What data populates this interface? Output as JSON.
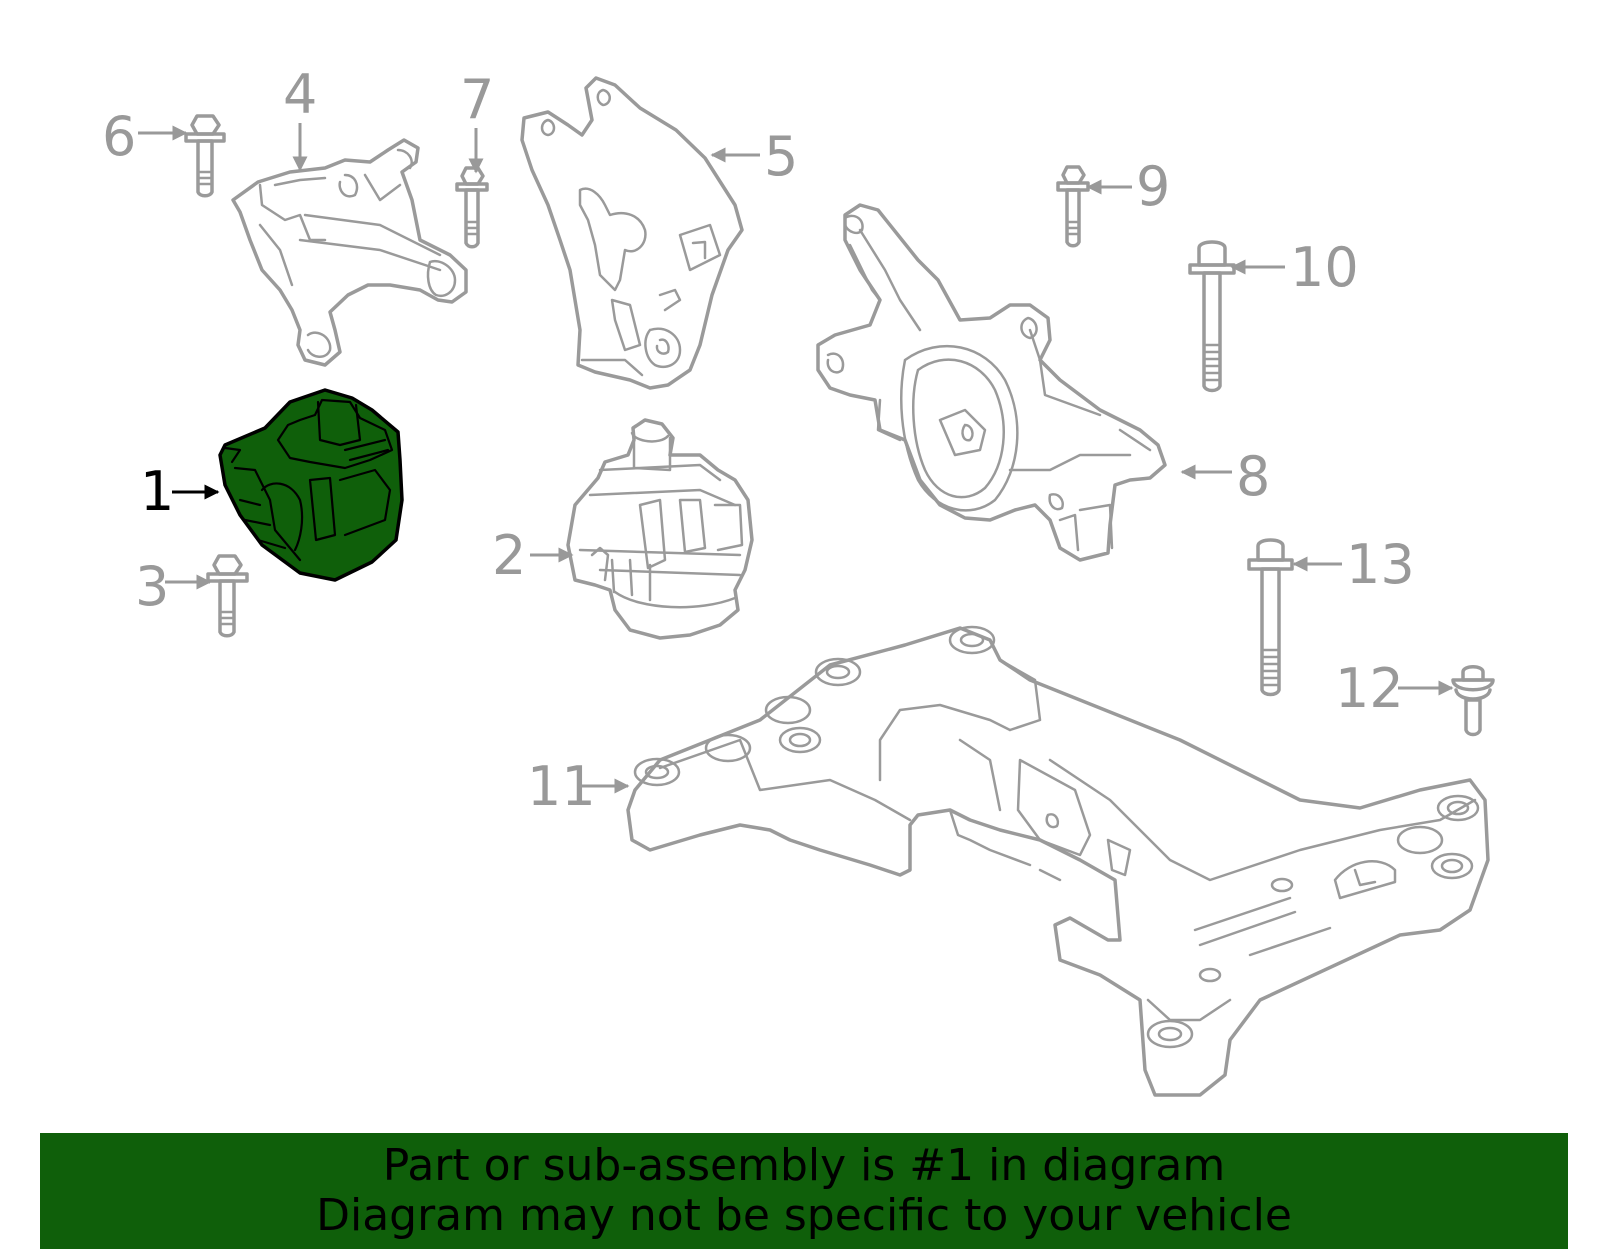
{
  "diagram": {
    "highlight_color": "#0f5f0a",
    "line_color": "#9a9a9a",
    "selected_part": "1",
    "callouts": {
      "c1": "1",
      "c2": "2",
      "c3": "3",
      "c4": "4",
      "c5": "5",
      "c6": "6",
      "c7": "7",
      "c8": "8",
      "c9": "9",
      "c10": "10",
      "c11": "11",
      "c12": "12",
      "c13": "13"
    }
  },
  "banner": {
    "line1": "Part or sub-assembly is #1 in diagram",
    "line2": "Diagram may not be specific to your vehicle",
    "background": "#0f5f0a"
  }
}
